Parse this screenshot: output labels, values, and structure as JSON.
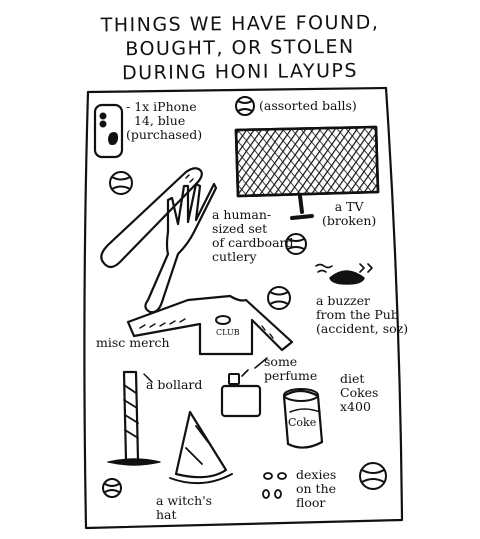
{
  "title": {
    "line1": "THINGS WE HAVE FOUND,",
    "line2": "BOUGHT, OR STOLEN",
    "line3": "DURING HONI LAYUPS"
  },
  "items": {
    "iphone": "- 1x iPhone\n  14, blue\n(purchased)",
    "balls": "(assorted balls)",
    "tv": "a TV\n(broken)",
    "cutlery": "a human-\nsized set\nof cardboard\ncutlery",
    "buzzer": "a buzzer\nfrom the Pub\n(accident, soz)",
    "merch": "misc merch",
    "merch_text": "CLUB",
    "perfume": "some\nperfume",
    "bollard": "a bollard",
    "cokes": "diet\nCokes\nx400",
    "coke_can_text": "Coke",
    "witch_hat": "a witch's\nhat",
    "dexies": "dexies\non the\nfloor"
  }
}
